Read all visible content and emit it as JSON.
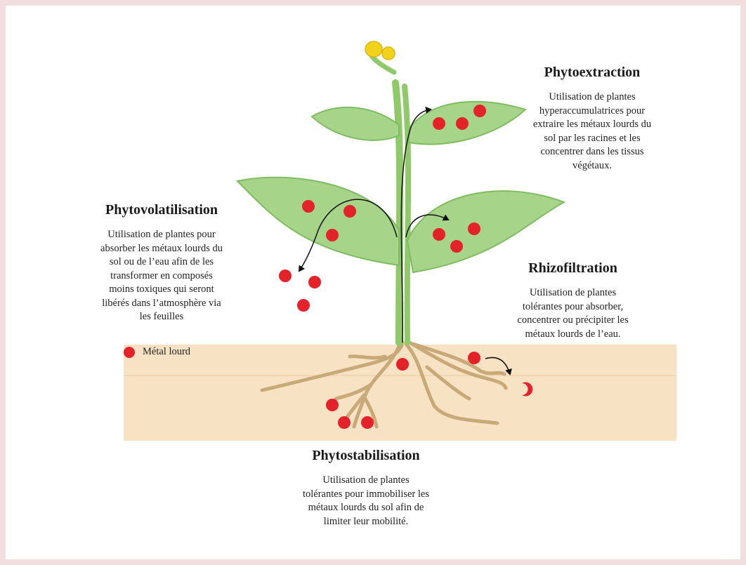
{
  "colors": {
    "background_border": "#f2dede",
    "soil": "#f7e3c4",
    "leaf": "#a6d489",
    "leaf_edge": "#7fbc62",
    "stem": "#8fc96a",
    "root": "#c8a978",
    "metal": "#e3222a",
    "flower": "#f2d21b",
    "arrow": "#111111"
  },
  "blocks": {
    "phytoextraction": {
      "title": "Phytoextraction",
      "text": "Utilisation de plantes\nhyperaccumulatrices pour\nextraire les métaux lourds du\nsol par les racines et les\nconcentrer dans les tissus\nvégétaux."
    },
    "phytovolatilisation": {
      "title": "Phytovolatilisation",
      "text": "Utilisation de plantes pour\nabsorber les métaux lourds du\nsol ou de l’eau afin de les\ntransformer en composés\nmoins toxiques qui seront\nlibérés dans l’atmosphère via\nles feuilles"
    },
    "rhizofiltration": {
      "title": "Rhizofiltration",
      "text": "Utilisation de plantes\ntolérantes pour absorber,\nconcentrer ou précipiter les\nmétaux lourds de l’eau."
    },
    "phytostabilisation": {
      "title": "Phytostabilisation",
      "text": "Utilisation de plantes\ntolérantes pour immobiliser les\nmétaux lourds du sol afin de\nlimiter leur mobilité."
    }
  },
  "legend": {
    "label": "Métal lourd",
    "icon": "red-dot-icon"
  }
}
